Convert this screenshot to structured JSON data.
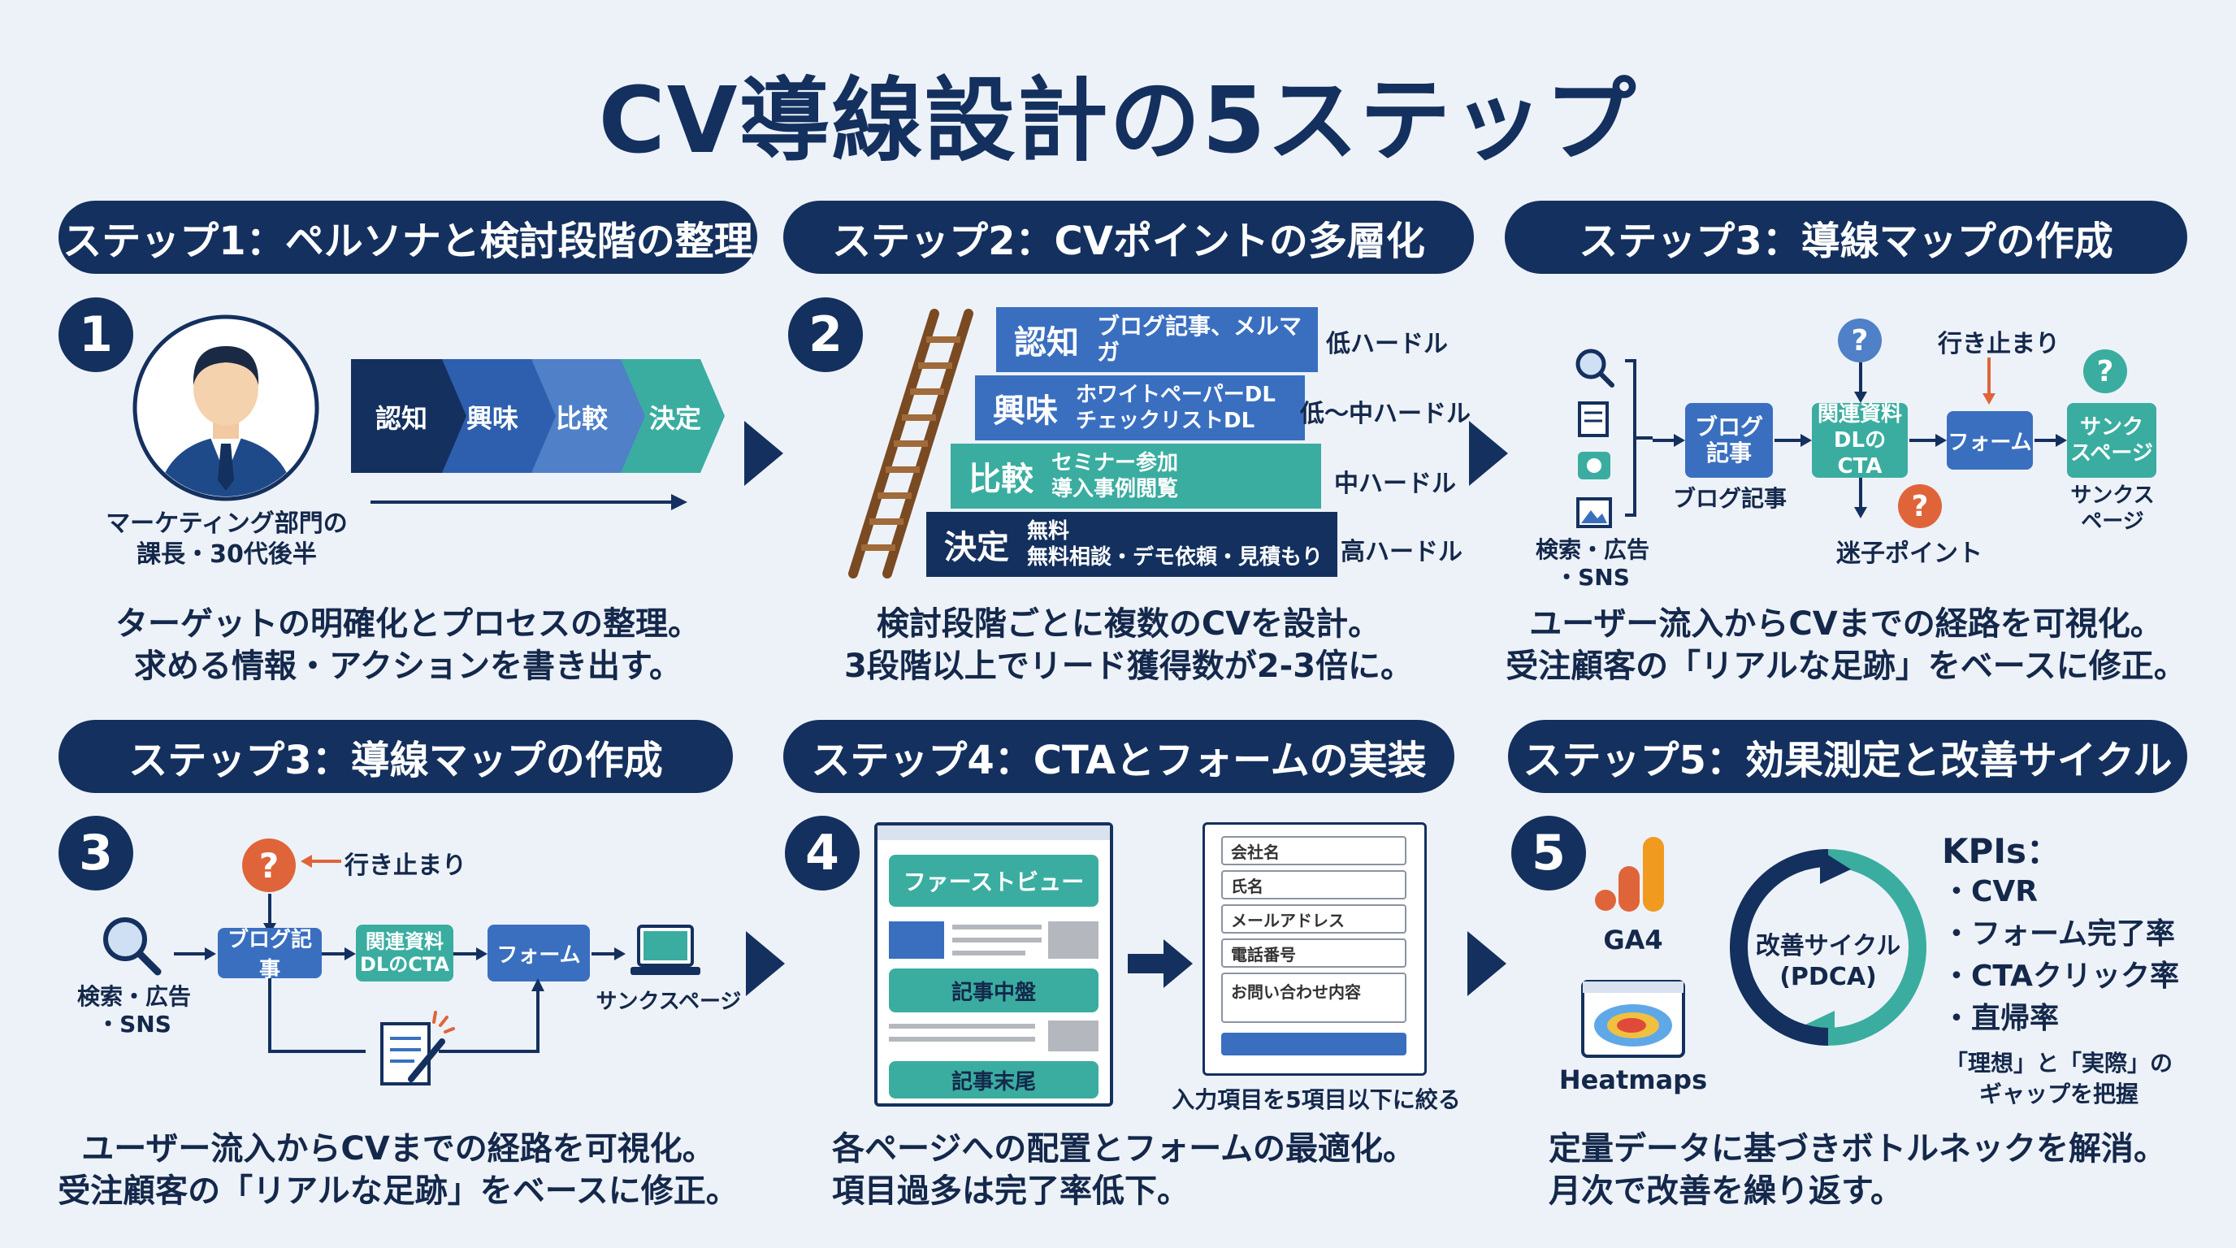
{
  "title": "CV導線設計の5ステップ",
  "colors": {
    "navy": "#14305e",
    "blue": "#3a6fc0",
    "teal": "#3aada0",
    "orange": "#e0643a",
    "gray_bar": "#b4b8be"
  },
  "panel1": {
    "header": "ステップ1：ペルソナと検討段階の整理",
    "num": "1",
    "persona": "マーケティング部門の\n課長・30代後半",
    "stages": [
      "認知",
      "興味",
      "比較",
      "決定"
    ],
    "desc": "ターゲットの明確化とプロセスの整理。\n求める情報・アクションを書き出す。"
  },
  "panel2": {
    "header": "ステップ2：CVポイントの多層化",
    "num": "2",
    "levels": [
      {
        "label": "認知",
        "text": "ブログ記事、メルマガ",
        "hurdle": "低ハードル"
      },
      {
        "label": "興味",
        "text": "ホワイトペーパーDL\nチェックリストDL",
        "hurdle": "低〜中ハードル"
      },
      {
        "label": "比較",
        "text": "セミナー参加\n導入事例閲覧",
        "hurdle": "中ハードル"
      },
      {
        "label": "決定",
        "text": "無料\n無料相談・デモ依頼・見積もり",
        "hurdle": "高ハードル"
      }
    ],
    "desc": "検討段階ごとに複数のCVを設計。\n3段階以上でリード獲得数が2-3倍に。"
  },
  "panel3": {
    "header": "ステップ3：導線マップの作成",
    "source": "検索・広告\n・SNS",
    "blog": "ブログ\n記事",
    "blog_caption": "ブログ記事",
    "related": "関連資料\nDLのCTA",
    "form": "フォーム",
    "thanks": "サンク\nスページ",
    "thanks_caption": "サンクス\nページ",
    "dead_end": "行き止まり",
    "lost": "迷子ポイント",
    "q": "?",
    "desc": "ユーザー流入からCVまでの経路を可視化。\n受注顧客の「リアルな足跡」をベースに修正。"
  },
  "panel4": {
    "header": "ステップ3：導線マップの作成",
    "num": "3",
    "dead_end": "行き止まり",
    "source": "検索・広告\n・SNS",
    "blog": "ブログ記事",
    "related": "関連資料\nDLのCTA",
    "form": "フォーム",
    "thanks": "サンクスページ",
    "q": "?",
    "desc": "ユーザー流入からCVまでの経路を可視化。\n受注顧客の「リアルな足跡」をベースに修正。"
  },
  "panel5": {
    "header": "ステップ4：CTAとフォームの実装",
    "num": "4",
    "first_view": "ファーストビュー",
    "mid": "記事中盤",
    "end": "記事末尾",
    "fields": [
      "会社名",
      "氏名",
      "メールアドレス",
      "電話番号",
      "お問い合わせ内容"
    ],
    "form_caption": "入力項目を5項目以下に絞る",
    "desc": "各ページへの配置とフォームの最適化。\n項目過多は完了率低下。"
  },
  "panel6": {
    "header": "ステップ5：効果測定と改善サイクル",
    "num": "5",
    "ga4": "GA4",
    "heatmaps": "Heatmaps",
    "cycle": "改善サイクル\n(PDCA)",
    "kpi_title": "KPIs：",
    "kpis": [
      "・CVR",
      "・フォーム完了率",
      "・CTAクリック率",
      "・直帰率"
    ],
    "gap": "「理想」と「実際」の\nギャップを把握",
    "desc": "定量データに基づきボトルネックを解消。\n月次で改善を繰り返す。"
  }
}
